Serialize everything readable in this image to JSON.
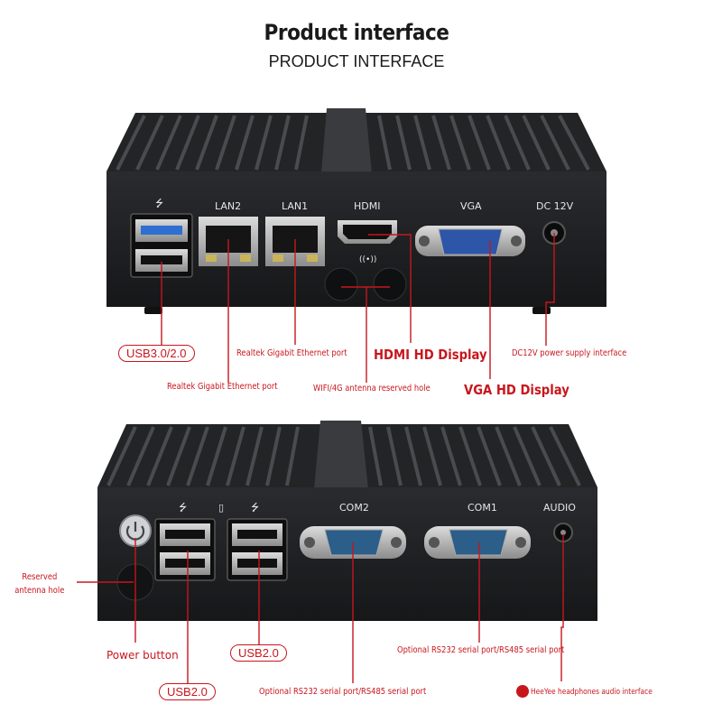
{
  "header": {
    "title": "Product interface",
    "subtitle": "PRODUCT INTERFACE"
  },
  "top_device": {
    "port_labels": {
      "lan2": "LAN2",
      "lan1": "LAN1",
      "hdmi": "HDMI",
      "vga": "VGA",
      "dc": "DC  12V"
    },
    "callouts": {
      "usb": "USB3.0/2.0",
      "lan1_desc": "Realtek Gigabit Ethernet port",
      "lan2_desc": "Realtek Gigabit Ethernet port",
      "hdmi_desc": "HDMI HD Display",
      "wifi_desc": "WIFI/4G antenna reserved hole",
      "vga_desc": "VGA HD Display",
      "dc_desc": "DC12V power supply interface"
    }
  },
  "bottom_device": {
    "port_labels": {
      "com2": "COM2",
      "com1": "COM1",
      "audio": "AUDIO"
    },
    "callouts": {
      "antenna": "Reserved antenna hole",
      "power": "Power button",
      "usb_left": "USB2.0",
      "usb_right": "USB2.0",
      "com1_desc": "Optional RS232 serial port/RS485 serial port",
      "com2_desc": "Optional RS232 serial port/RS485 serial port",
      "audio_desc": "HeeYee headphones audio interface"
    }
  },
  "colors": {
    "accent": "#c8161d",
    "chassis": "#1e1f21",
    "usb3_blue": "#2f6fd1"
  }
}
